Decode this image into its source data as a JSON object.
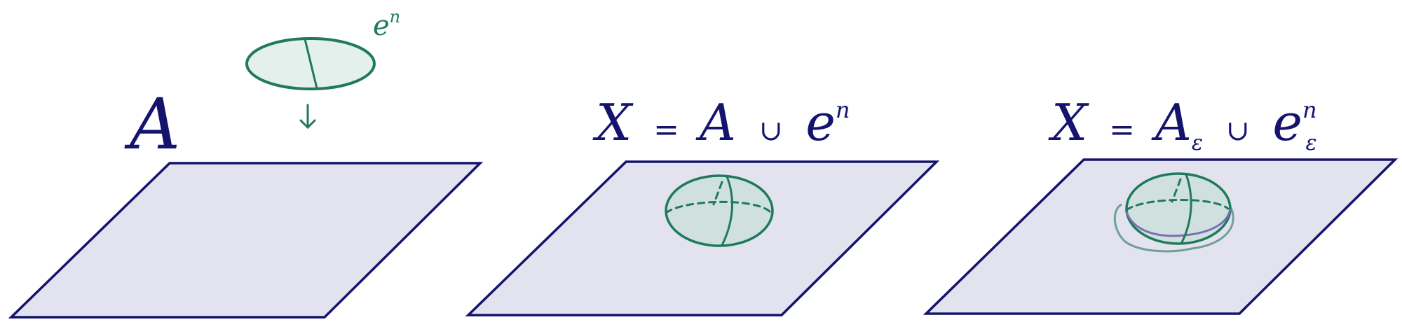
{
  "panel1": {
    "space_label": "A",
    "cell_label_base": "e",
    "cell_label_sup": "n"
  },
  "panel2": {
    "lhs": "X",
    "eq": "=",
    "space": "A",
    "cup": "∪",
    "cell_base": "e",
    "cell_sup": "n"
  },
  "panel3": {
    "lhs": "X",
    "eq": "=",
    "space": "A",
    "space_sub": "ε",
    "cup": "∪",
    "cell_base": "e",
    "cell_sup": "n",
    "cell_sub": "ε"
  },
  "colors": {
    "ink": "#14146e",
    "cell": "#1f7a5c",
    "plane_fill": "#e3e3f0"
  }
}
